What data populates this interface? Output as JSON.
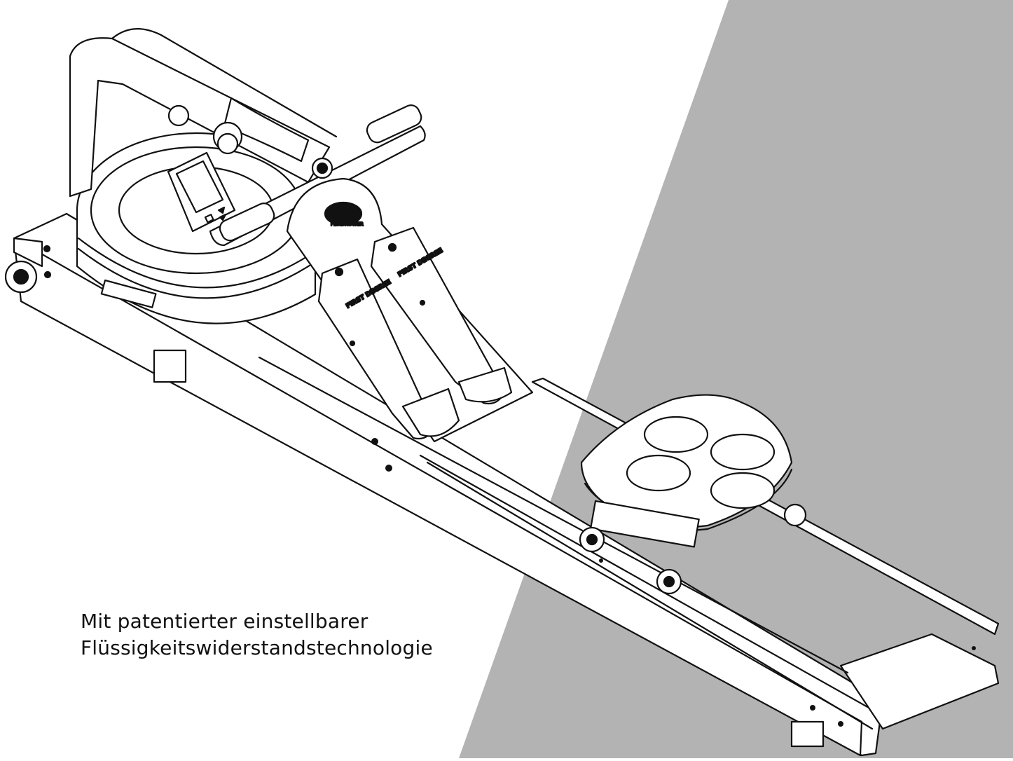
{
  "caption": {
    "line1": "Mit patentierter einstellbarer",
    "line2": "Flüssigkeitswiderstandstechnologie"
  },
  "illustration": {
    "brand_logo": "FLUIDROWER",
    "strap_label": "FIRST DEGREE",
    "background_color": "#ffffff",
    "panel_color": "#b3b3b3",
    "line_color": "#111111"
  }
}
